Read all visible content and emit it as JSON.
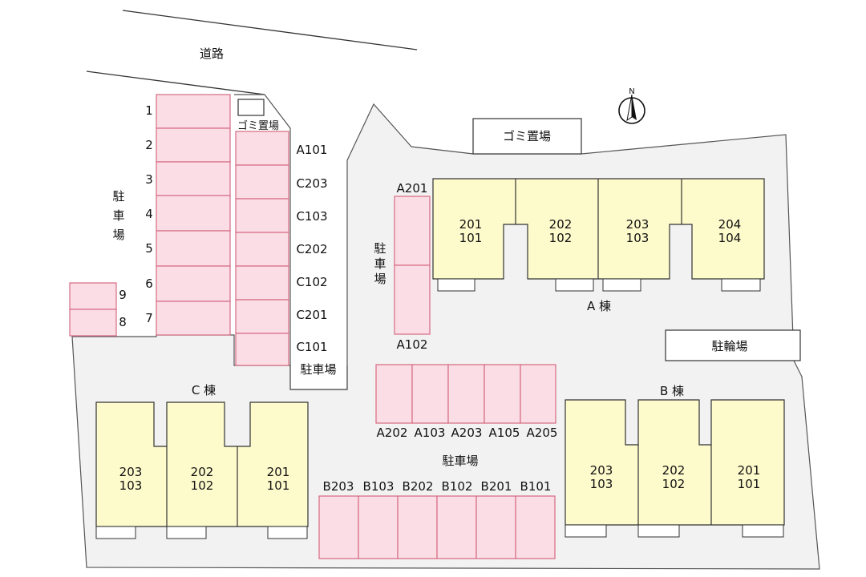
{
  "road_label": "道路",
  "north_label": "N",
  "garbage_label": "ゴミ置場",
  "bike_parking_label": "駐輪場",
  "parking_vertical": [
    "駐",
    "車",
    "場"
  ],
  "parking_label": "駐車場",
  "building_a": {
    "name": "A 棟",
    "units": [
      {
        "upper": "201",
        "lower": "101"
      },
      {
        "upper": "202",
        "lower": "102"
      },
      {
        "upper": "203",
        "lower": "103"
      },
      {
        "upper": "204",
        "lower": "104"
      }
    ]
  },
  "building_b": {
    "name": "B 棟",
    "units": [
      {
        "upper": "203",
        "lower": "103"
      },
      {
        "upper": "202",
        "lower": "102"
      },
      {
        "upper": "201",
        "lower": "101"
      }
    ]
  },
  "building_c": {
    "name": "C 棟",
    "units": [
      {
        "upper": "203",
        "lower": "103"
      },
      {
        "upper": "202",
        "lower": "102"
      },
      {
        "upper": "201",
        "lower": "101"
      }
    ]
  },
  "left_spaces": [
    "1",
    "2",
    "3",
    "4",
    "5",
    "6",
    "7"
  ],
  "small_spaces": [
    "9",
    "8"
  ],
  "column_spaces": [
    "A101",
    "C203",
    "C103",
    "C202",
    "C102",
    "C201",
    "C101"
  ],
  "a_side_spaces": [
    "A201",
    "A102"
  ],
  "middle_row_spaces": [
    "A202",
    "A103",
    "A203",
    "A105",
    "A205"
  ],
  "bottom_row_spaces": [
    "B203",
    "B103",
    "B202",
    "B102",
    "B201",
    "B101"
  ],
  "colors": {
    "parking_fill": "#fbdde6",
    "parking_stroke": "#d66a82",
    "building_fill": "#fdfacb",
    "building_stroke": "#333333",
    "site_fill": "#f2f2f2",
    "site_stroke": "#555555"
  }
}
